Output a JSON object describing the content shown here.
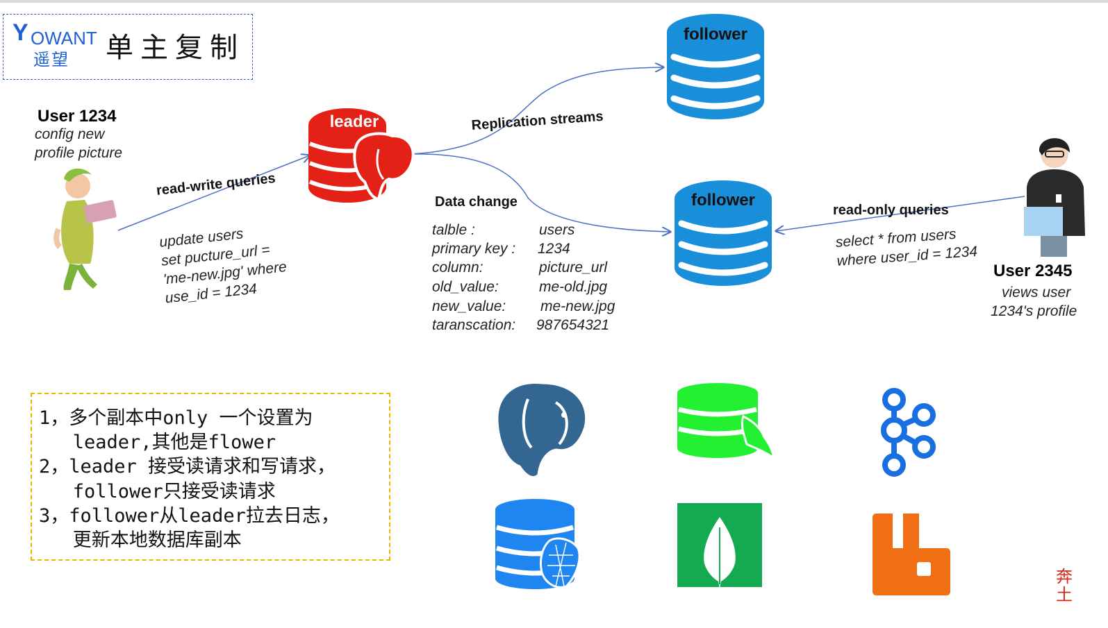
{
  "logo": {
    "y": "Y",
    "owant": "OWANT",
    "cn": "遥望"
  },
  "title": "单主复制",
  "user1": {
    "name": "User 1234",
    "line1": "config new",
    "line2": "profile picture"
  },
  "user2": {
    "name": "User 2345",
    "line1": "views user",
    "line2": "1234's profile"
  },
  "leader_label": "leader",
  "follower_top_label": "follower",
  "follower_bottom_label": "follower",
  "read_write_label": "read-write queries",
  "replication_label": "Replication streams",
  "read_only_label": "read-only queries",
  "update_sql": [
    "update users",
    "set pucture_url =",
    "'me-new.jpg' where",
    "use_id = 1234"
  ],
  "select_sql": [
    "select * from users",
    "where user_id =  1234"
  ],
  "data_change": {
    "title": "Data change",
    "rows": [
      {
        "key": "talble :",
        "value": "users"
      },
      {
        "key": "primary key :",
        "value": "1234"
      },
      {
        "key": "column:",
        "value": "picture_url"
      },
      {
        "key": "old_value:",
        "value": "me-old.jpg"
      },
      {
        "key": "new_value:",
        "value": "me-new.jpg"
      },
      {
        "key": "taranscation:",
        "value": "987654321"
      }
    ]
  },
  "notes": [
    "1，多个副本中only 一个设置为",
    "   leader,其他是flower",
    "2，leader 接受读请求和写请求，",
    "   follower只接受读请求",
    "3，follower从leader拉去日志，",
    "   更新本地数据库副本"
  ],
  "signature": "奔土",
  "colors": {
    "leader": "#e32116",
    "follower": "#1a8fd9",
    "arrow": "#4a6fc4",
    "note_border": "#f0b400",
    "logo": "#1f5fd6"
  },
  "icons": [
    "postgresql-icon",
    "sqlserver-icon",
    "kafka-icon",
    "mysql-icon",
    "mongodb-icon",
    "rabbitmq-icon"
  ]
}
